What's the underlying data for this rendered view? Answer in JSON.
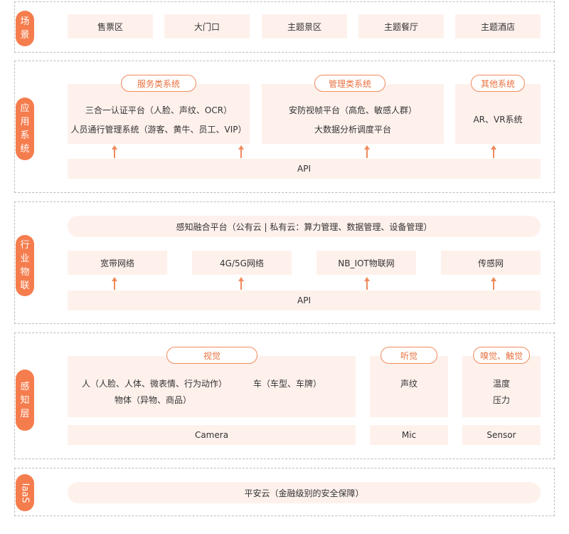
{
  "layers": {
    "scene": {
      "label": "场景",
      "items": [
        "售票区",
        "大门口",
        "主题景区",
        "主题餐厅",
        "主题酒店"
      ]
    },
    "application": {
      "label": "应用系统",
      "groups": [
        {
          "tag": "服务类系统",
          "lines": [
            "三合一认证平台（人脸、声纹、OCR）",
            "人员通行管理系统（游客、黄牛、员工、VIP）"
          ]
        },
        {
          "tag": "管理类系统",
          "lines": [
            "安防视帧平台（高危、敏感人群）",
            "大数据分析调度平台"
          ]
        },
        {
          "tag": "其他系统",
          "lines": [
            "AR、VR系统"
          ]
        }
      ],
      "api": "API"
    },
    "iot": {
      "label": "行业物联",
      "platform": "感知融合平台（公有云 | 私有云：算力管理、数据管理、设备管理）",
      "networks": [
        "宽带网络",
        "4G/5G网络",
        "NB_IOT物联网",
        "传感网"
      ],
      "api": "API"
    },
    "perception": {
      "label": "感知层",
      "vision": {
        "tag": "视觉",
        "person": "人（人脸、人体、微表情、行为动作）",
        "vehicle": "车（车型、车牌）",
        "object": "物体（异物、商品）",
        "device": "Camera"
      },
      "hearing": {
        "tag": "听觉",
        "item": "声纹",
        "device": "Mic"
      },
      "smell_touch": {
        "tag": "嗅觉、触觉",
        "items": [
          "温度",
          "压力"
        ],
        "device": "Sensor"
      }
    },
    "iaas": {
      "label": "IaaS",
      "platform": "平安云（金融级别的安全保障）"
    }
  },
  "colors": {
    "accent": "#f57d4d",
    "box_fill": "#fef1ec",
    "border": "#bdbdbd"
  }
}
